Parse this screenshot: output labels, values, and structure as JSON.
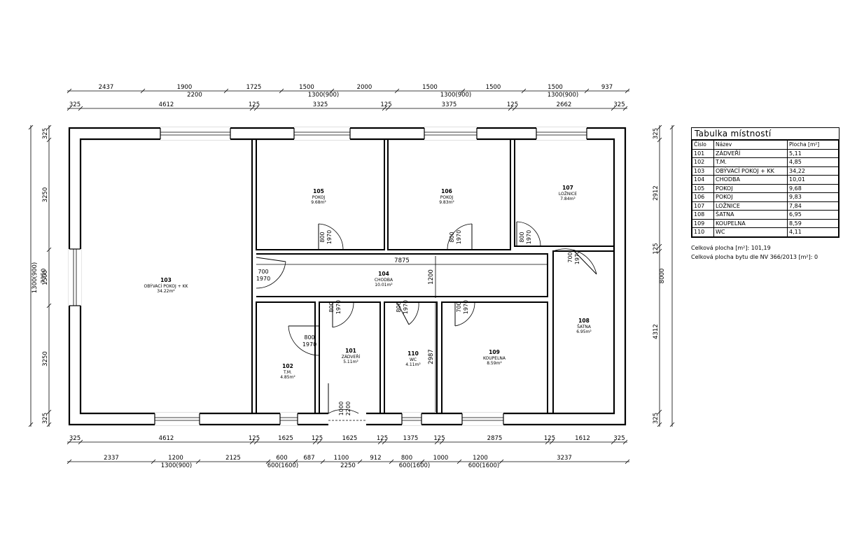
{
  "dimensions": {
    "top_outer": [
      "2437",
      "1900",
      "1725",
      "1500",
      "2000",
      "1500",
      "1500",
      "1500",
      "937"
    ],
    "top_outer_sub": [
      "2200",
      "1300(900)",
      "1300(900)",
      "1300(900)"
    ],
    "top_inner": [
      "325",
      "4612",
      "125",
      "3325",
      "125",
      "3375",
      "125",
      "2662",
      "325"
    ],
    "bottom_inner": [
      "325",
      "4612",
      "125",
      "1625",
      "125",
      "1625",
      "125",
      "1375",
      "125",
      "2875",
      "125",
      "1612",
      "325"
    ],
    "bottom_outer": [
      "2337",
      "1200",
      "2125",
      "600",
      "687",
      "1100",
      "912",
      "800",
      "1000",
      "1200",
      "3237"
    ],
    "bottom_outer_sub": [
      "1300(900)",
      "600(1600)",
      "2250",
      "600(1600)",
      "600(1600)"
    ],
    "left_inner": [
      "325",
      "3250",
      "1500",
      "3250",
      "325"
    ],
    "left_inner_sub": [
      "1300(900)"
    ],
    "left_outer": [
      "7350"
    ],
    "right_inner": [
      "325",
      "2912",
      "125",
      "4312",
      "325"
    ],
    "right_outer": [
      "8000"
    ],
    "interior": [
      "7875",
      "1200",
      "2987"
    ]
  },
  "rooms": [
    {
      "number": "103",
      "name": "OBÝVACÍ POKOJ + KK",
      "area": "34.22m²"
    },
    {
      "number": "105",
      "name": "POKOJ",
      "area": "9.68m²"
    },
    {
      "number": "106",
      "name": "POKOJ",
      "area": "9.83m²"
    },
    {
      "number": "107",
      "name": "LOŽNICE",
      "area": "7.84m²"
    },
    {
      "number": "104",
      "name": "CHODBA",
      "area": "10.01m²"
    },
    {
      "number": "108",
      "name": "ŠATNA",
      "area": "6.95m²"
    },
    {
      "number": "102",
      "name": "T.M.",
      "area": "4.85m²"
    },
    {
      "number": "101",
      "name": "ZÁDVEŘÍ",
      "area": "5.11m²"
    },
    {
      "number": "110",
      "name": "WC",
      "area": "4.11m²"
    },
    {
      "number": "109",
      "name": "KOUPELNA",
      "area": "8.59m²"
    }
  ],
  "doors": [
    {
      "width": "800",
      "height": "1970"
    },
    {
      "width": "800",
      "height": "1970"
    },
    {
      "width": "800",
      "height": "1970"
    },
    {
      "width": "700",
      "height": "1970"
    },
    {
      "width": "800",
      "height": "1970"
    },
    {
      "width": "800",
      "height": "1970"
    },
    {
      "width": "700",
      "height": "1970"
    },
    {
      "width": "700",
      "height": "1970"
    },
    {
      "width": "800",
      "height": "1970"
    },
    {
      "width": "1000",
      "height": "2200"
    }
  ],
  "room_table": {
    "title": "Tabulka místností",
    "headers": [
      "Číslo",
      "Název",
      "Plocha [m²]"
    ],
    "rows": [
      [
        "101",
        "ZÁDVEŘÍ",
        "5,11"
      ],
      [
        "102",
        "T.M.",
        "4,85"
      ],
      [
        "103",
        "OBÝVACÍ POKOJ + KK",
        "34,22"
      ],
      [
        "104",
        "CHODBA",
        "10,01"
      ],
      [
        "105",
        "POKOJ",
        "9,68"
      ],
      [
        "106",
        "POKOJ",
        "9,83"
      ],
      [
        "107",
        "LOŽNICE",
        "7,84"
      ],
      [
        "108",
        "ŠATNA",
        "6,95"
      ],
      [
        "109",
        "KOUPELNA",
        "8,59"
      ],
      [
        "110",
        "WC",
        "4,11"
      ]
    ],
    "total_area": "Celková plocha [m²]: 101,19",
    "total_area_nv": "Celková plocha bytu dle NV 366/2013 [m²]: 0"
  }
}
